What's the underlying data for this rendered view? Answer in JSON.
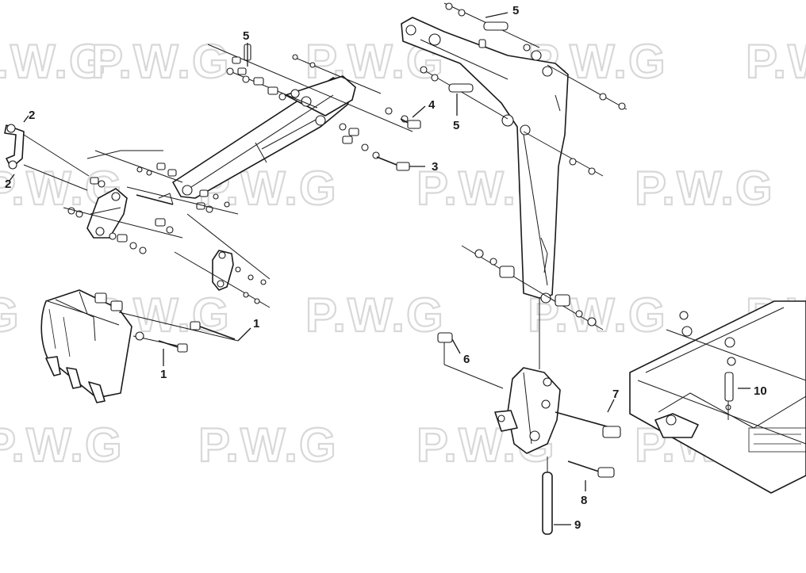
{
  "diagram": {
    "watermark_text": "P.W.G",
    "callouts": [
      {
        "id": "c-5a",
        "label": "5"
      },
      {
        "id": "c-4",
        "label": "4"
      },
      {
        "id": "c-3",
        "label": "3"
      },
      {
        "id": "c-2a",
        "label": "2"
      },
      {
        "id": "c-2b",
        "label": "2"
      },
      {
        "id": "c-1a",
        "label": "1"
      },
      {
        "id": "c-1b",
        "label": "1"
      },
      {
        "id": "c-5b",
        "label": "5"
      },
      {
        "id": "c-5c",
        "label": "5"
      },
      {
        "id": "c-6",
        "label": "6"
      },
      {
        "id": "c-7",
        "label": "7"
      },
      {
        "id": "c-8",
        "label": "8"
      },
      {
        "id": "c-9",
        "label": "9"
      },
      {
        "id": "c-10",
        "label": "10"
      }
    ]
  }
}
